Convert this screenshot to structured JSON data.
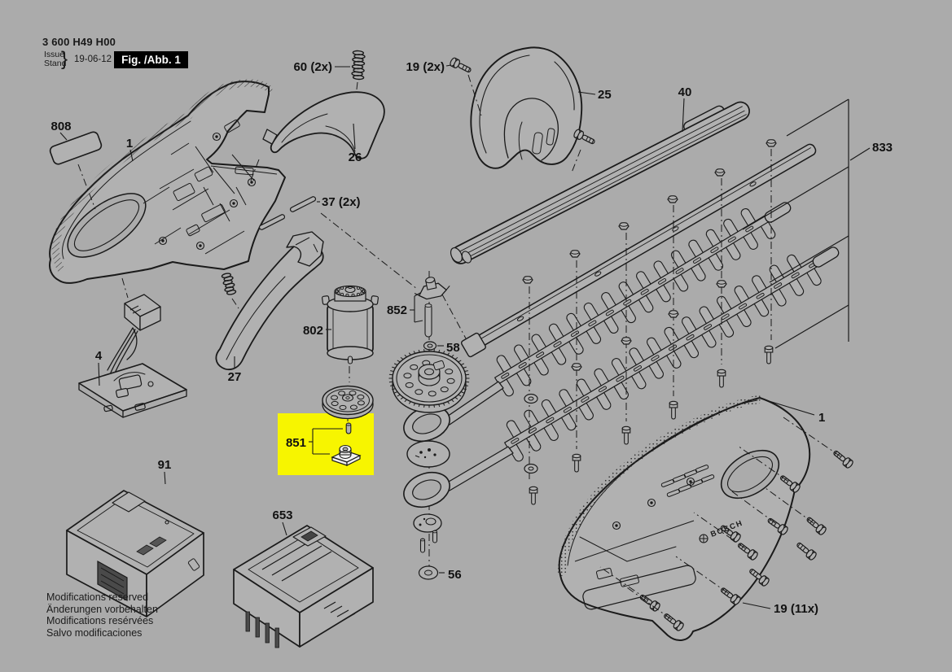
{
  "colors": {
    "background": "#ababab",
    "ink": "#1a1a1a",
    "highlight": "#f7f500",
    "figure_box_bg": "#000000",
    "figure_box_text": "#ffffff"
  },
  "header": {
    "type_number": "3 600 H49 H00",
    "issue": "Issue",
    "stand": "Stand",
    "brace": "}",
    "date": "19-06-12",
    "figure": "Fig. /Abb. 1"
  },
  "footer": {
    "lines": [
      "Modifications reserved",
      "Änderungen vorbehalten",
      "Modifications resérvées",
      "Salvo modificaciones"
    ]
  },
  "brand": {
    "logo_text": "BOSCH"
  },
  "labels": {
    "housing_left": "1",
    "type_plate": "808",
    "screw_60": "60 (2x)",
    "screw_19_front": "19 (2x)",
    "hand_guard": "25",
    "front_handle_upper": "26",
    "blade_guard_rail": "40",
    "blade_set": "833",
    "pin_37": "37 (2x)",
    "motor": "802",
    "tension_pin": "852",
    "washer_58": "58",
    "pivot_kit": "851",
    "battery": "91",
    "charger": "653",
    "washer_56": "56",
    "switch_assembly": "4",
    "front_handle_lower": "27",
    "housing_right": "1",
    "screw_19_housing": "19 (11x)"
  }
}
